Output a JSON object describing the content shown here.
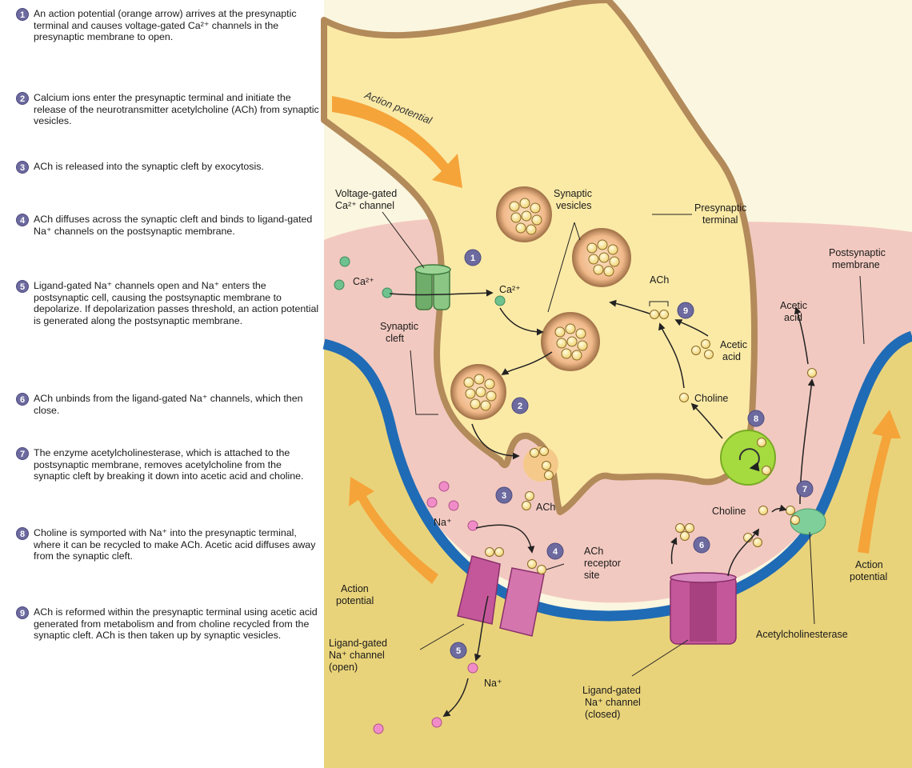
{
  "steps": [
    {
      "num": "1",
      "text": "An action potential (orange arrow) arrives at the presynaptic terminal and causes voltage-gated Ca²⁺ channels in the presynaptic membrane to open."
    },
    {
      "num": "2",
      "text": "Calcium ions enter the presynaptic terminal and initiate the release of the neurotransmitter acetylcholine (ACh) from synaptic vesicles."
    },
    {
      "num": "3",
      "text": "ACh is released into the synaptic cleft by exocytosis."
    },
    {
      "num": "4",
      "text": "ACh diffuses across the synaptic cleft and binds to ligand-gated Na⁺ channels on the postsynaptic membrane."
    },
    {
      "num": "5",
      "text": "Ligand-gated Na⁺ channels open and Na⁺ enters the postsynaptic cell, causing the postsynaptic membrane to depolarize. If depolarization passes threshold, an action potential is generated along the postsynaptic membrane."
    },
    {
      "num": "6",
      "text": "ACh unbinds from the ligand-gated Na⁺ channels, which then close."
    },
    {
      "num": "7",
      "text": "The enzyme acetylcholinesterase, which is attached to the postsynaptic membrane, removes acetylcholine from the synaptic cleft by breaking it down into acetic acid and choline."
    },
    {
      "num": "8",
      "text": "Choline is symported with Na⁺ into the presynaptic terminal, where it can be recycled to make ACh. Acetic acid diffuses away from the synaptic cleft."
    },
    {
      "num": "9",
      "text": "ACh is reformed within the presynaptic terminal using acetic acid generated from metabolism and from choline recycled from the synaptic cleft. ACh is then taken up by synaptic vesicles."
    }
  ],
  "labels": {
    "action_potential_top": "Action potential",
    "vg_channel_1": "Voltage-gated",
    "vg_channel_2": "Ca²⁺ channel",
    "synaptic_vesicles_1": "Synaptic",
    "synaptic_vesicles_2": "vesicles",
    "presynaptic_1": "Presynaptic",
    "presynaptic_2": "terminal",
    "postsynaptic_1": "Postsynaptic",
    "postsynaptic_2": "membrane",
    "ca_outside": "Ca²⁺",
    "ca_inside": "Ca²⁺",
    "ach_top": "ACh",
    "acetic_inside_1": "Acetic",
    "acetic_inside_2": "acid",
    "acetic_out_1": "Acetic",
    "acetic_out_2": "acid",
    "choline_inside": "Choline",
    "choline_cleft": "Choline",
    "synaptic_cleft_1": "Synaptic",
    "synaptic_cleft_2": "cleft",
    "ach_cleft": "ACh",
    "na_top": "Na⁺",
    "na_bottom": "Na⁺",
    "ach_receptor_1": "ACh",
    "ach_receptor_2": "receptor",
    "ach_receptor_3": "site",
    "ap_left_1": "Action",
    "ap_left_2": "potential",
    "ap_right_1": "Action",
    "ap_right_2": "potential",
    "lg_open_1": "Ligand-gated",
    "lg_open_2": "Na⁺ channel",
    "lg_open_3": "(open)",
    "lg_closed_1": "Ligand-gated",
    "lg_closed_2": "Na⁺ channel",
    "lg_closed_3": "(closed)",
    "ache": "Acetylcholinesterase"
  },
  "badges": {
    "b1": "1",
    "b2": "2",
    "b3": "3",
    "b4": "4",
    "b5": "5",
    "b6": "6",
    "b7": "7",
    "b8": "8",
    "b9": "9"
  },
  "colors": {
    "presynaptic_fill": "#fbeaa6",
    "presynaptic_outline": "#b38a5a",
    "postsynaptic_fill": "#e9d37a",
    "membrane_blue": "#1f6bb5",
    "cleft_pink": "#f2c9c0",
    "arrow_orange": "#f5a43a",
    "na_channel": "#c4579a",
    "ca_channel": "#6fae6a",
    "ache_green": "#a5db3f",
    "badge_purple": "#6c6a9e",
    "na_ion": "#f08dc8",
    "ca_ion": "#6fc28e"
  }
}
